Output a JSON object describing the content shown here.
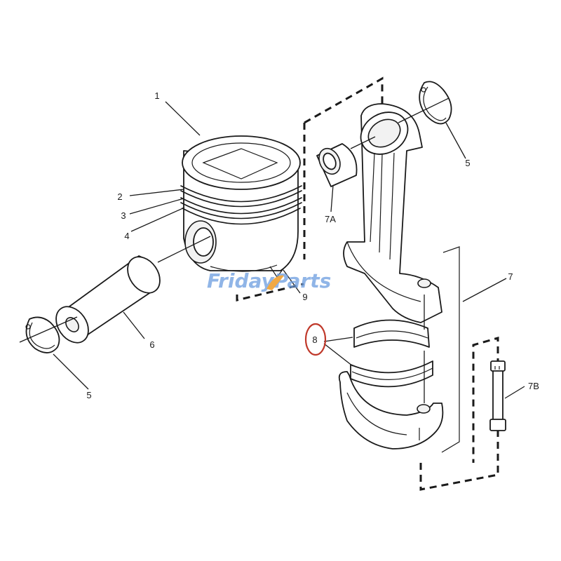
{
  "watermark": {
    "text": "FridayParts",
    "color": "#6f9fe0"
  },
  "highlight_color": "#c0392b",
  "callouts": {
    "c1": "1",
    "c2": "2",
    "c3": "3",
    "c4": "4",
    "c5_left": "5",
    "c5_right": "5",
    "c6": "6",
    "c7": "7",
    "c7a": "7A",
    "c7b": "7B",
    "c8": "8",
    "c9": "9"
  }
}
